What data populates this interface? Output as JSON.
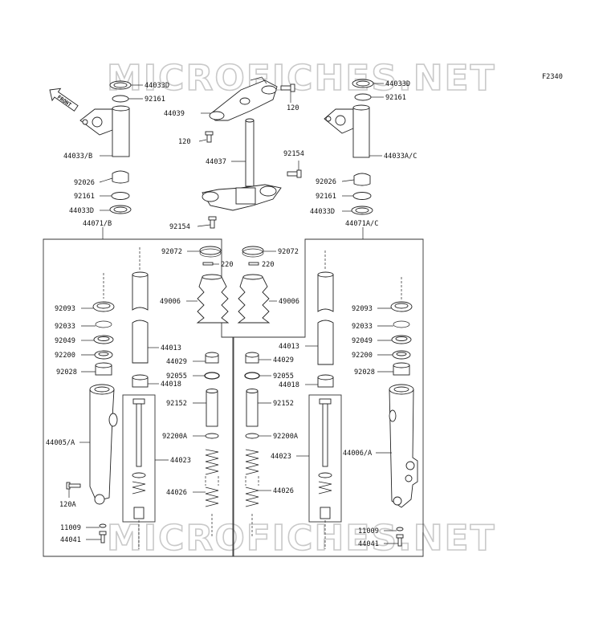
{
  "diagram_code": "F2340",
  "watermark": "MICROFICHES.NET",
  "front_label": "FRONT",
  "labels": {
    "p44033D_tl": "44033D",
    "p92161_tl": "92161",
    "p44033B": "44033/B",
    "p92026_l": "92026",
    "p92161_l": "92161",
    "p44033D_l": "44033D",
    "p44071B": "44071/B",
    "p44039": "44039",
    "p120_top": "120",
    "p120_left": "120",
    "p44037": "44037",
    "p92154_r": "92154",
    "p92154_b": "92154",
    "p44033D_tr": "44033D",
    "p92161_tr": "92161",
    "p44033AC": "44033A/C",
    "p92026_r": "92026",
    "p92161_r": "92161",
    "p44033D_r": "44033D",
    "p44071AC": "44071A/C",
    "p92072_l": "92072",
    "p220_l": "220",
    "p92072_r": "92072",
    "p220_r": "220",
    "p49006_l": "49006",
    "p49006_r": "49006",
    "p92093_l": "92093",
    "p92033_l": "92033",
    "p92049_l": "92049",
    "p92200_l": "92200",
    "p92028_l": "92028",
    "p44013_l": "44013",
    "p44018_l": "44018",
    "p44029_l": "44029",
    "p92055_l": "92055",
    "p92152_l": "92152",
    "p92200A_l": "92200A",
    "p44023_l": "44023",
    "p44026_l": "44026",
    "p44005A": "44005/A",
    "p120A": "120A",
    "p11009_l": "11009",
    "p44041_l": "44041",
    "p44013_r": "44013",
    "p44018_r": "44018",
    "p44029_r": "44029",
    "p92055_r": "92055",
    "p92152_r": "92152",
    "p92200A_r": "92200A",
    "p44023_r": "44023",
    "p44026_r": "44026",
    "p92093_r": "92093",
    "p92033_r": "92033",
    "p92049_r": "92049",
    "p92200_r": "92200",
    "p92028_r": "92028",
    "p44006A": "44006/A",
    "p11009_r": "11009",
    "p44041_r": "44041"
  }
}
